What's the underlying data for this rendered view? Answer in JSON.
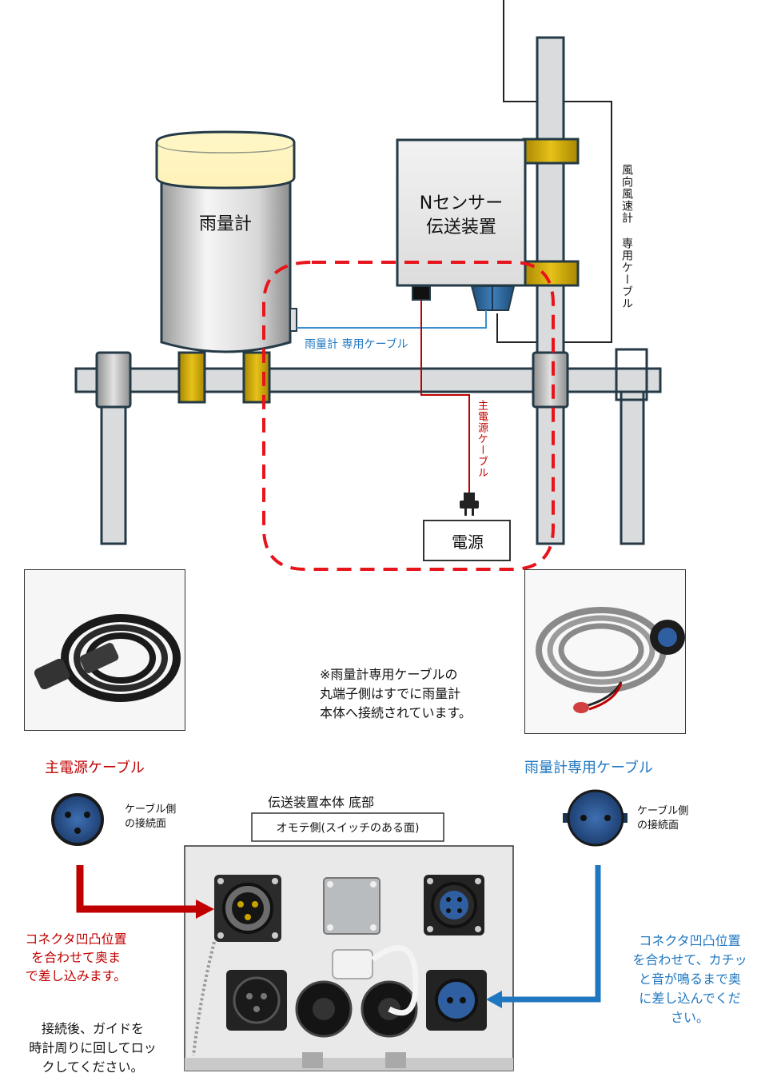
{
  "labels": {
    "rain_gauge": "雨量計",
    "transmitter_line1": "Nセンサー",
    "transmitter_line2": "伝送装置",
    "wind_cable": "風向風速計 専用ケーブル",
    "rain_cable": "雨量計 専用ケーブル",
    "main_power_cable_vertical": "主電源ケーブル",
    "power_source": "電源"
  },
  "note": {
    "line1": "※雨量計専用ケーブルの",
    "line2": "丸端子側はすでに雨量計",
    "line3": "本体へ接続されています。"
  },
  "bottom": {
    "main_cable_title": "主電源ケーブル",
    "rain_cable_title": "雨量計専用ケーブル",
    "left_face_line1": "ケーブル側",
    "left_face_line2": "の接続面",
    "right_face_line1": "ケーブル側",
    "right_face_line2": "の接続面",
    "device_title": "伝送装置本体 底部",
    "front_side": "オモテ側(スイッチのある面)",
    "left_instruction": [
      "コネクタ凹凸位置",
      "を合わせて奥ま",
      "で差し込みます。"
    ],
    "lock_instruction": [
      "接続後、ガイドを",
      "時計周りに回してロッ",
      "クしてください。"
    ],
    "right_instruction": [
      "コネクタ凹凸位置",
      "を合わせて、カチッ",
      "と音が鳴るまで奥",
      "に差し込んでくだ",
      "さい。"
    ]
  },
  "colors": {
    "red": "#c00000",
    "blue": "#1f77c0",
    "dash_red": "#e8141b",
    "pipe": "#d9dbdc",
    "outline": "#243a47",
    "bracket_gold": "#c9a300",
    "connector_blue": "#2f5fa0"
  }
}
